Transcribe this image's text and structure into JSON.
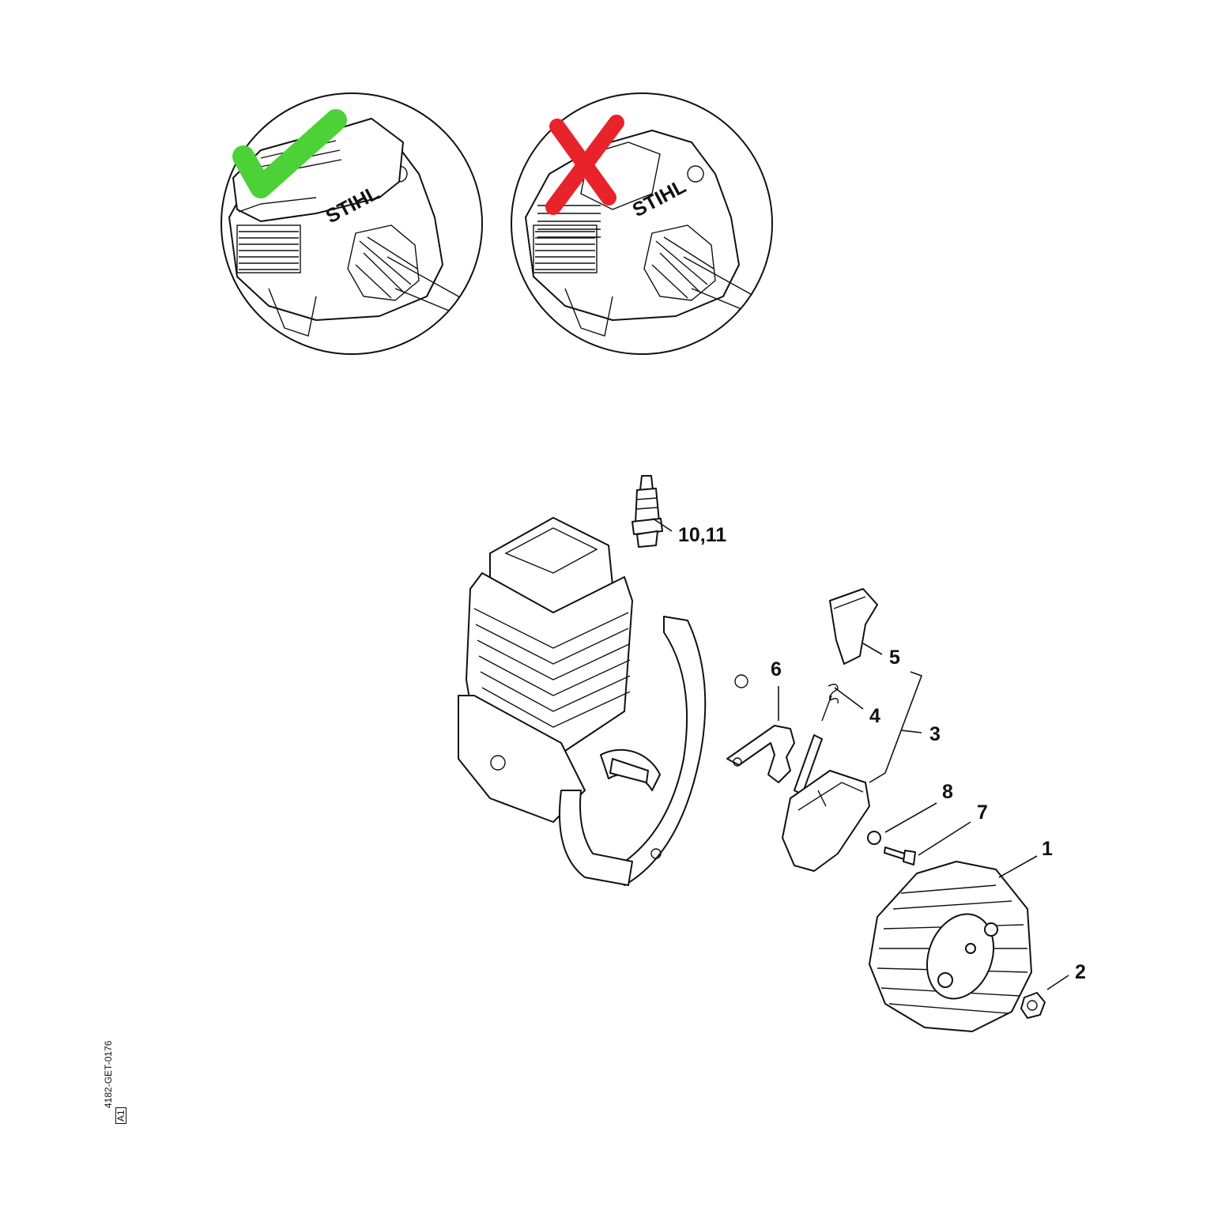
{
  "branding": {
    "logo_text": "STIHL"
  },
  "panels": {
    "correct": {
      "mark": "check-mark",
      "mark_color": "#4cd137"
    },
    "incorrect": {
      "mark": "cross-mark",
      "mark_color": "#e8232a"
    }
  },
  "callouts": {
    "spark_plug": "10,11",
    "grommet": "5",
    "ignition_module": "3",
    "spring": "4",
    "bracket": "6",
    "washer": "8",
    "screw": "7",
    "flywheel": "1",
    "nut": "2"
  },
  "drawing_code": "4182-GET-0176",
  "revision": "A1"
}
